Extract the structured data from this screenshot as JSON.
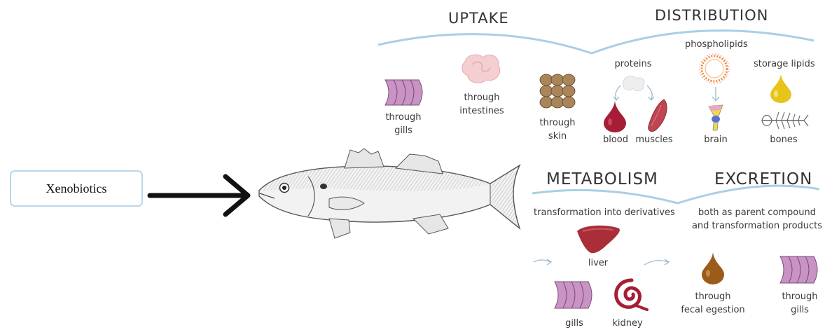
{
  "input": {
    "label": "Xenobiotics"
  },
  "sections": {
    "uptake": "UPTAKE",
    "distribution": "DISTRIBUTION",
    "metabolism": "METABOLISM",
    "excretion": "EXCRETION"
  },
  "uptake_items": {
    "gills": [
      "through",
      "gills"
    ],
    "intestines": [
      "through",
      "intestines"
    ],
    "skin": [
      "through",
      "skin"
    ]
  },
  "distribution_items": {
    "proteins": "proteins",
    "phospholipids": "phospholipids",
    "storage_lipids": "storage lipids",
    "blood": "blood",
    "muscles": "muscles",
    "brain": "brain",
    "bones": "bones"
  },
  "metabolism_items": {
    "transformation": "transformation into derivatives",
    "liver": "liver",
    "gills": "gills",
    "kidney": "kidney"
  },
  "excretion_items": {
    "description": [
      "both as parent compound",
      "and transformation products"
    ],
    "fecal": [
      "through",
      "fecal egestion"
    ],
    "gills": [
      "through",
      "gills"
    ]
  },
  "colors": {
    "box_border": "#b9d6ec",
    "wave": "#a9cfe6",
    "gill": "#c993c4",
    "blood": "#a51e36",
    "muscle": "#bf4550",
    "liver": "#a92e37",
    "lipid": "#e8c41a",
    "feces": "#9b5b1b",
    "skin": "#8e6e48"
  }
}
